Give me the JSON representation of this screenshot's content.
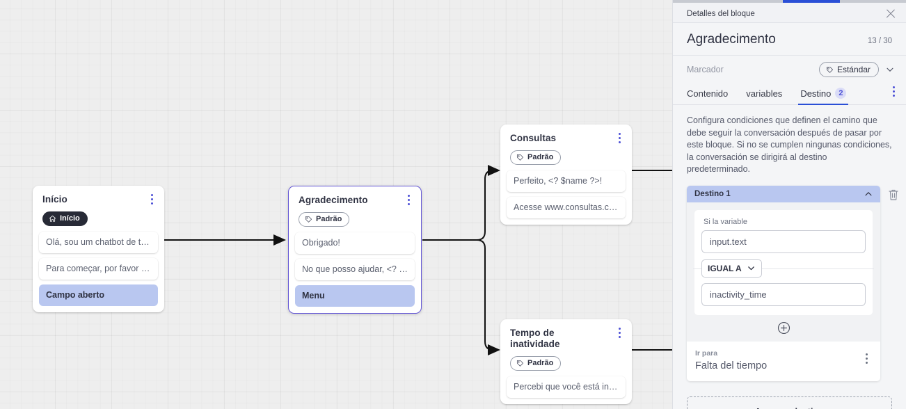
{
  "panel": {
    "header_title": "Detalles del bloque",
    "close_icon": "close-icon",
    "block_name": "Agradecimento",
    "counter": "13 / 30",
    "marcador_label": "Marcador",
    "marcador_value": "Estándar",
    "tabs": [
      {
        "label": "Contenido",
        "badge": "",
        "active": false
      },
      {
        "label": "variables",
        "badge": "",
        "active": false
      },
      {
        "label": "Destino",
        "badge": "2",
        "active": true
      }
    ],
    "description": "Configura condiciones que definen el camino que debe seguir la conversación después de pasar por este bloque. Si no se cumplen ningunas condiciones, la conversación se dirigirá al destino predeterminado.",
    "destination": {
      "title": "Destino 1",
      "collapse_icon": "chevron-up-icon",
      "delete_icon": "trash-icon",
      "condition_label": "Si la variable",
      "variable_value": "input.text",
      "operator": "IGUAL A",
      "compare_value": "inactivity_time",
      "add_condition_icon": "plus-circle-icon",
      "goto_label": "Ir para",
      "goto_value": "Falta del tiempo"
    },
    "add_destination_label": "Agregar destino",
    "accent_color": "#2a4fd6",
    "highlight_color": "#b9c7f0"
  },
  "canvas": {
    "nodes": [
      {
        "id": "inicio",
        "title": "Início",
        "tag": "Início",
        "tag_type": "start",
        "tag_icon": "home-icon",
        "selected": false,
        "messages": [
          {
            "text": "Olá, sou um chatbot de teste!",
            "highlight": false
          },
          {
            "text": "Para começar, por favor digite o ...",
            "highlight": false
          },
          {
            "text": "Campo aberto",
            "highlight": true
          }
        ]
      },
      {
        "id": "agradecimento",
        "title": "Agradecimento",
        "tag": "Padrão",
        "tag_type": "default",
        "tag_icon": "tag-icon",
        "selected": true,
        "messages": [
          {
            "text": "Obrigado!",
            "highlight": false
          },
          {
            "text": "No que posso ajudar, <? $name ...",
            "highlight": false
          },
          {
            "text": "Menu",
            "highlight": true
          }
        ]
      },
      {
        "id": "consultas",
        "title": "Consultas",
        "tag": "Padrão",
        "tag_type": "default",
        "tag_icon": "tag-icon",
        "selected": false,
        "messages": [
          {
            "text": "Perfeito, <? $name ?>!",
            "highlight": false
          },
          {
            "text": "Acesse www.consultas.com par...",
            "highlight": false
          }
        ]
      },
      {
        "id": "inatividade",
        "title": "Tempo de inatividade",
        "tag": "Padrão",
        "tag_type": "default",
        "tag_icon": "tag-icon",
        "selected": false,
        "messages": [
          {
            "text": "Percebi que você está inativo. C...",
            "highlight": false
          }
        ]
      }
    ]
  }
}
